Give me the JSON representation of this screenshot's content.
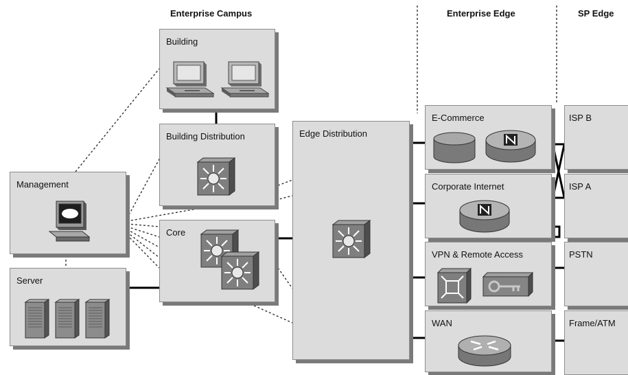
{
  "headers": {
    "campus": "Enterprise Campus",
    "edge": "Enterprise Edge",
    "sp_edge": "SP Edge"
  },
  "modules": {
    "building": "Building",
    "building_distribution": "Building Distribution",
    "management": "Management",
    "core": "Core",
    "server": "Server",
    "edge_distribution": "Edge Distribution",
    "ecommerce": "E-Commerce",
    "corporate_internet": "Corporate Internet",
    "vpn": "VPN & Remote Access",
    "wan": "WAN",
    "isp_b": "ISP B",
    "isp_a": "ISP A",
    "pstn": "PSTN",
    "frame_atm": "Frame/ATM"
  },
  "icons": {
    "workstation": "workstation-icon",
    "multilayer_switch": "multilayer-switch-icon",
    "server": "server-icon",
    "database": "database-icon",
    "firewall": "firewall-icon",
    "vpn_concentrator": "vpn-concentrator-icon",
    "key": "key-icon",
    "router": "router-icon",
    "network_management": "network-management-station-icon"
  },
  "colors": {
    "module_fill": "#dcdcdc",
    "module_shadow": "#7a7a7a",
    "device_gray": "#8a8a8a",
    "link": "#000000"
  }
}
